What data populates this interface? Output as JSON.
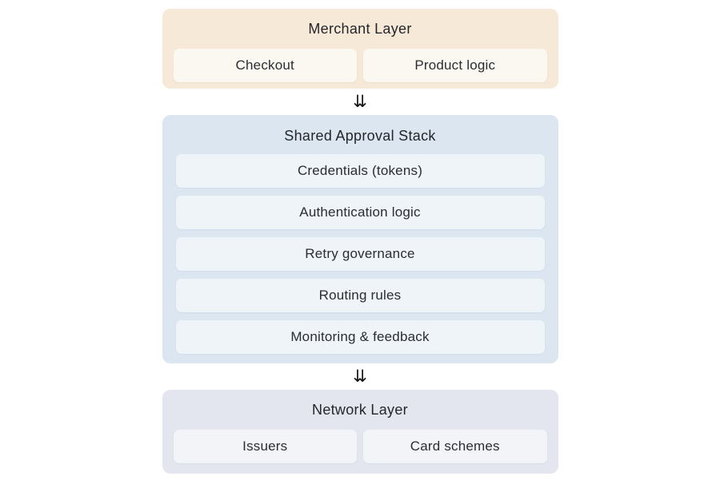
{
  "diagram": {
    "name": "Payment approval stack diagram",
    "arrow_glyph": "⇊",
    "text_color": "#26292e",
    "layers": [
      {
        "title": "Merchant Layer",
        "bg": "#f6e9d7",
        "item_bg": "#fbf8f1",
        "items": [
          "Checkout",
          "Product logic"
        ]
      },
      {
        "title": "Shared Approval Stack",
        "bg": "#dbe6f1",
        "item_bg": "#eff4f9",
        "items": [
          "Credentials (tokens)",
          "Authentication logic",
          "Retry governance",
          "Routing rules",
          "Monitoring & feedback"
        ]
      },
      {
        "title": "Network Layer",
        "bg": "#e4e6ef",
        "item_bg": "#f3f4f8",
        "items": [
          "Issuers",
          "Card schemes"
        ]
      }
    ]
  }
}
